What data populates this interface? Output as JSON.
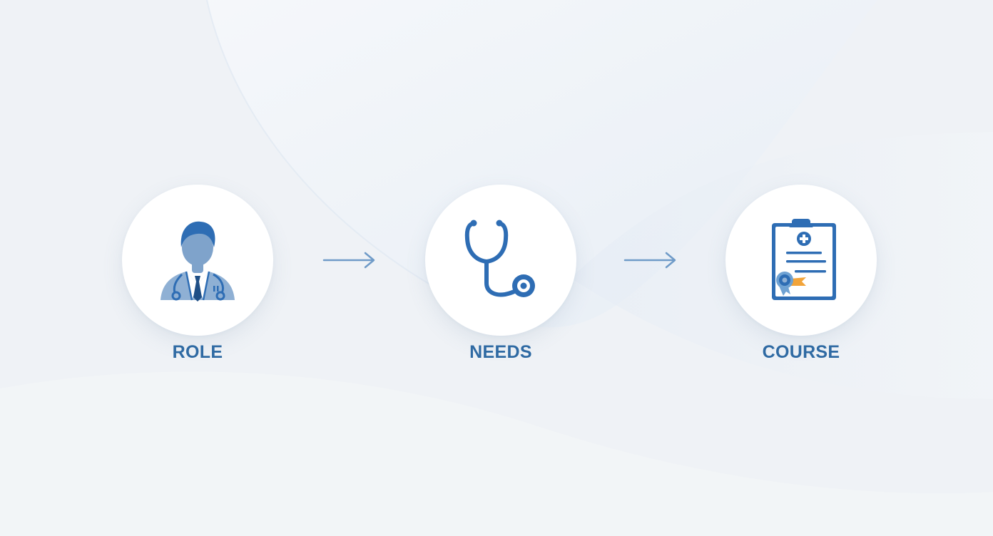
{
  "flow": {
    "steps": [
      {
        "label": "ROLE",
        "icon": "doctor-icon"
      },
      {
        "label": "NEEDS",
        "icon": "stethoscope-icon"
      },
      {
        "label": "COURSE",
        "icon": "certificate-clipboard-icon"
      }
    ],
    "connectors": [
      "arrow-right-icon",
      "arrow-right-icon"
    ]
  },
  "colors": {
    "primary": "#2f6aa3",
    "icon_blue": "#2e6db4",
    "icon_light": "#8fb0d4",
    "arrow": "#6f9bc8",
    "accent_orange": "#f2a43a",
    "background": "#eff2f6",
    "circle": "#ffffff"
  }
}
